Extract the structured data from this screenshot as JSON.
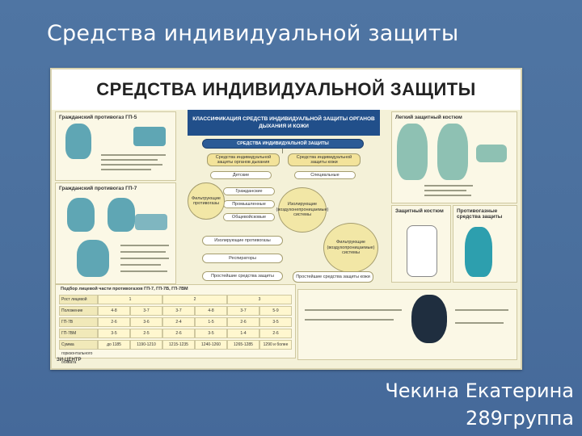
{
  "slide": {
    "title": "Средства индивидуальной защиты",
    "author_name": "Чекина Екатерина",
    "author_group": "289группа"
  },
  "poster": {
    "headline": "СРЕДСТВА ИНДИВИДУАЛЬНОЙ ЗАЩИТЫ",
    "classification_header": "КЛАССИФИКАЦИЯ СРЕДСТВ ИНДИВИДУАЛЬНОЙ ЗАЩИТЫ ОРГАНОВ ДЫХАНИЯ И КОЖИ",
    "left_panels": [
      "Гражданский противогаз ГП-5",
      "Гражданский противогаз ГП-7"
    ],
    "right_panels": [
      "Легкий защитный костюм",
      "Защитный костюм",
      "Противогазные средства защиты"
    ],
    "nodes": {
      "main": "СРЕДСТВА ИНДИВИДУАЛЬНОЙ ЗАЩИТЫ",
      "resp": "Средства индивидуальной защиты органов дыхания",
      "skin": "Средства индивидуальной защиты кожи",
      "everyday": "Детские",
      "special": "Специальные",
      "civil": "Гражданские",
      "industrial": "Промышленные",
      "common": "Общевойсковые",
      "isolating": "Изолирующие противогазы",
      "respirators": "Респираторы",
      "simplest": "Простейшие средства защиты",
      "simplest2": "Простейшие средства защиты кожи",
      "filter": "Фильтрующие противогазы",
      "insulating": "Изолирующие (воздухонепроницаемые) системы",
      "filtering": "Фильтрующие (воздухопроницаемые) системы"
    },
    "table": {
      "title": "Подбор лицевой части противогазов ГП-7, ГП-7В, ГП-7ВМ",
      "header": [
        "Рост лицевой части",
        "1",
        "2",
        "3"
      ],
      "rows": [
        [
          "Положение упоров лямок",
          "4-8",
          "3-7",
          "3-7",
          "4-8",
          "3-7",
          "5-9"
        ],
        [
          "ГП-7В",
          "2-6",
          "3-6",
          "2-4",
          "1-5",
          "2-6",
          "3-5"
        ],
        [
          "ГП-7ВМ",
          "3-5",
          "2-5",
          "2-6",
          "3-5",
          "1-4",
          "2-6"
        ],
        [
          "Сумма горизонтального обхвата",
          "до 1185",
          "1190-1210",
          "1215-1235",
          "1240-1260",
          "1265-1285",
          "1290 и более"
        ]
      ]
    },
    "footer": "ЗИ-ЦЕНТР"
  }
}
